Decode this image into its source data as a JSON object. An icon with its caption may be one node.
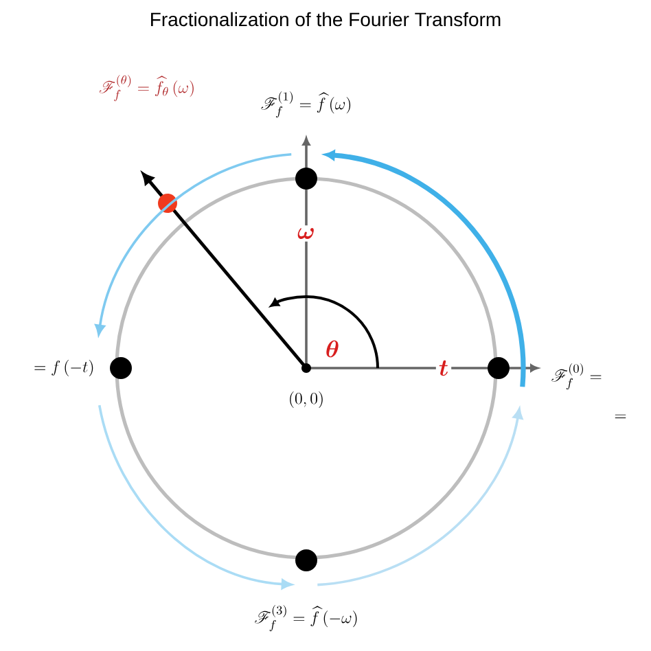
{
  "diagram": {
    "title": "Fractionalization of the Fourier Transform",
    "nodes": [
      {
        "text": [],
        "shape": "circle",
        "beside": [
          "\\mathscr{F}_f^{(0)} =",
          "="
        ]
      },
      {
        "text": [],
        "shape": "circle",
        "beside": [
          "\\mathscr{F}_f^{(1)} = \\widehat{f}\\,(\\omega)"
        ]
      },
      {
        "text": [],
        "shape": "circle",
        "beside": [
          "= f\\,(-t)"
        ]
      },
      {
        "text": [],
        "shape": "circle",
        "beside": [
          "\\mathscr{F}_f^{(3)} = \\widehat{f}\\,(-\\omega)"
        ]
      }
    ],
    "edges": [
      {
        "from": 0,
        "to": 1,
        "arrow": "to",
        "style": "thick",
        "color": "#3fb0e8"
      },
      {
        "from": 1,
        "to": 2,
        "arrow": "to",
        "color": "#7fcaf0"
      },
      {
        "from": 2,
        "to": 3,
        "arrow": "to",
        "color": "#aadcf5"
      },
      {
        "from": 3,
        "to": 0,
        "arrow": "to",
        "color": "#b9dff4"
      }
    ],
    "labels": [
      "\\mathscr{F}_f^{(\\theta)} = \\widehat{f}_{\\theta}\\,(\\omega)",
      "\\boldsymbol{\\omega}",
      "\\boldsymbol{\\theta}",
      "\\boldsymbol{t}",
      "(0,0)"
    ]
  }
}
